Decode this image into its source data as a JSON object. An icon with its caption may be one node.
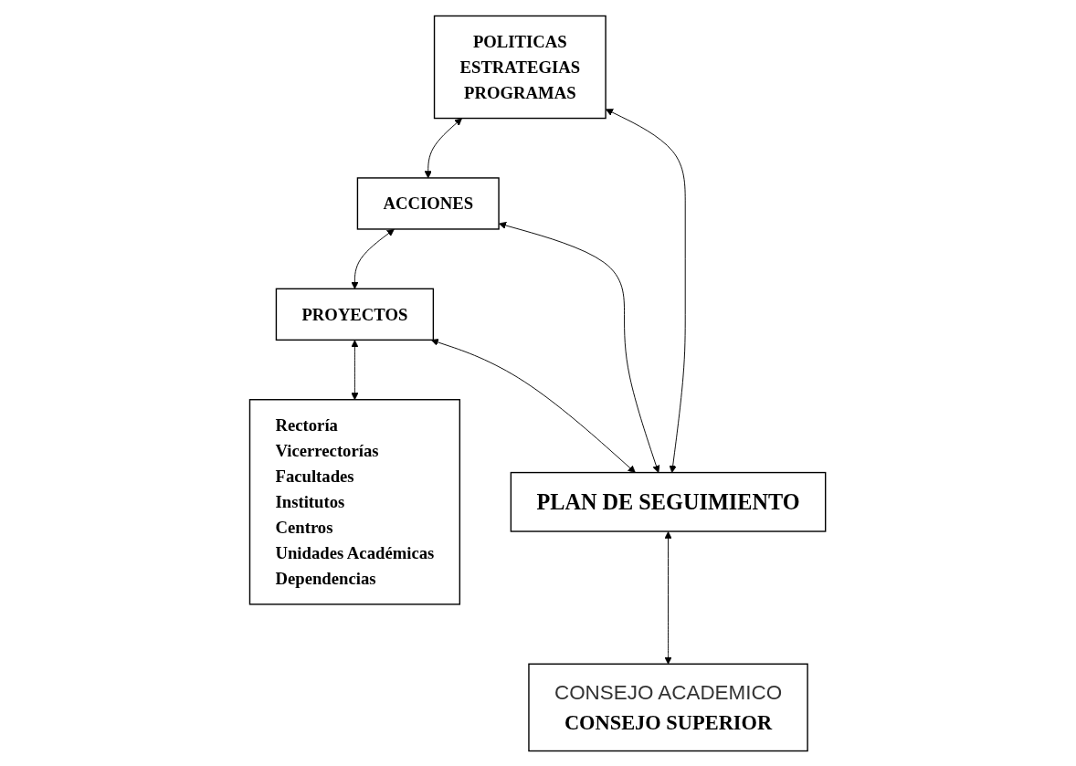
{
  "diagram": {
    "nodes": [
      {
        "text": [
          "POLITICAS",
          "ESTRATEGIAS",
          "PROGRAMAS"
        ]
      },
      {
        "text": [
          "ACCIONES"
        ]
      },
      {
        "text": [
          "PROYECTOS"
        ]
      },
      {
        "text": [
          "Rectoría",
          "Vicerrectorías",
          "Facultades",
          "Institutos",
          "Centros",
          "Unidades Académicas",
          "Dependencias"
        ]
      },
      {
        "text": [
          "PLAN DE SEGUIMIENTO"
        ]
      },
      {
        "text": [
          "CONSEJO ACADEMICO",
          "CONSEJO SUPERIOR"
        ]
      }
    ],
    "edges": [
      {
        "from": 0,
        "to": 1,
        "arrow": "both"
      },
      {
        "from": 1,
        "to": 2,
        "arrow": "both"
      },
      {
        "from": 2,
        "to": 3,
        "arrow": "both"
      },
      {
        "from": 0,
        "to": 4,
        "arrow": "both"
      },
      {
        "from": 1,
        "to": 4,
        "arrow": "both"
      },
      {
        "from": 2,
        "to": 4,
        "arrow": "both"
      },
      {
        "from": 4,
        "to": 5,
        "arrow": "both"
      }
    ]
  }
}
